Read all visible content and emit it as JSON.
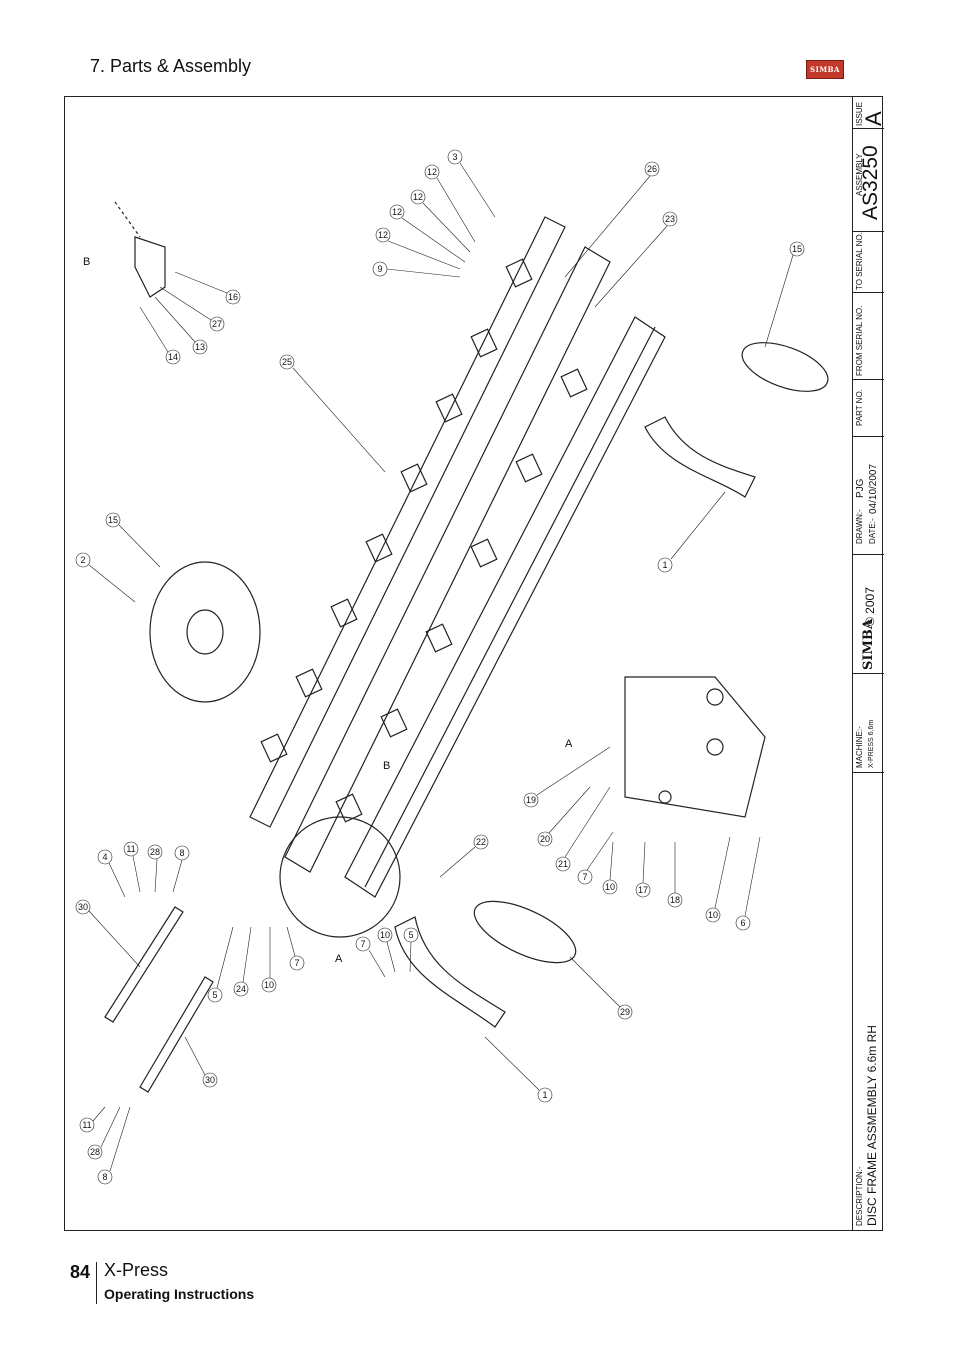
{
  "header": {
    "section_title": "7. Parts & Assembly",
    "logo_text": "SIMBA"
  },
  "titleblock": {
    "issue_label": "ISSUE",
    "issue_value": "A",
    "assembly_label": "ASSEMBLY",
    "assembly_value": "AS3250",
    "to_serial_label": "TO SERIAL NO.",
    "from_serial_label": "FROM SERIAL NO.",
    "part_no_label": "PART NO.",
    "drawn_label": "DRAWN:-",
    "drawn_value": "PJG",
    "date_label": "DATE:-",
    "date_value": "04/10/2007",
    "copyright": "© 2007",
    "brand": "SIMBA",
    "machine_label": "MACHINE:-",
    "machine_value": "X-PRESS 6.6m",
    "description_label": "DESCRIPTION:-",
    "description_value": "DISC FRAME ASSMEMBLY 6.6m RH"
  },
  "drawing": {
    "callouts": [
      "3",
      "12",
      "12",
      "12",
      "12",
      "9",
      "26",
      "23",
      "15",
      "16",
      "27",
      "13",
      "14",
      "25",
      "15",
      "2",
      "1",
      "19",
      "20",
      "21",
      "7",
      "10",
      "17",
      "18",
      "10",
      "6",
      "22",
      "4",
      "11",
      "28",
      "8",
      "30",
      "5",
      "24",
      "10",
      "7",
      "7",
      "10",
      "5",
      "29",
      "1",
      "30",
      "11",
      "28",
      "8"
    ],
    "view_labels": [
      "B",
      "A",
      "B",
      "A"
    ]
  },
  "footer": {
    "page_number": "84",
    "product": "X-Press",
    "subtitle": "Operating Instructions"
  }
}
